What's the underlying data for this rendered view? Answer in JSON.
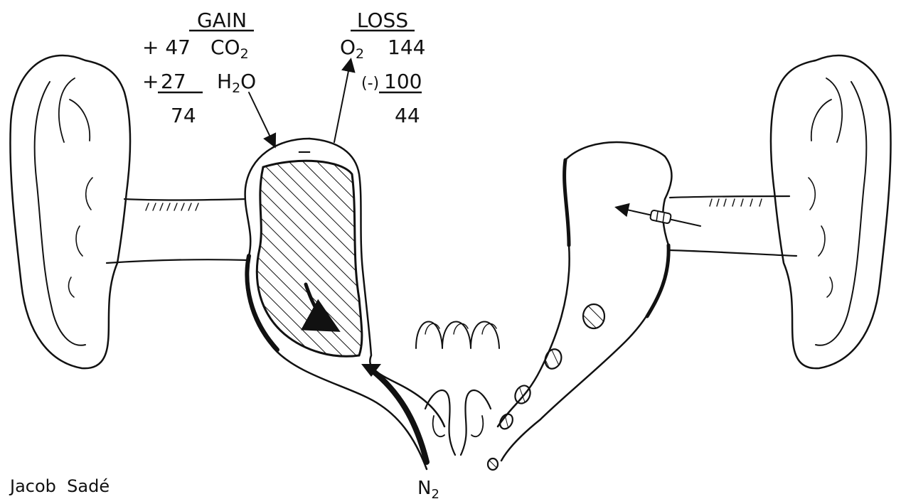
{
  "gain": {
    "heading": "GAIN",
    "co2_value": "+ 47",
    "co2_label": "CO",
    "co2_sub": "2",
    "h2o_sign": "+",
    "h2o_value": "27",
    "h2o_label_h": "H",
    "h2o_sub": "2",
    "h2o_label_o": "O",
    "total": "74"
  },
  "loss": {
    "heading": "LOSS",
    "o2_label": "O",
    "o2_sub": "2",
    "o2_value": "144",
    "subtract_sign": "(-)",
    "subtract_value": "100",
    "total": "44"
  },
  "pressure_sign": "−",
  "n2_label": "N",
  "n2_sub": "2",
  "author": "Jacob  Sadé",
  "colors": {
    "ink": "#111111",
    "paper": "#ffffff"
  }
}
